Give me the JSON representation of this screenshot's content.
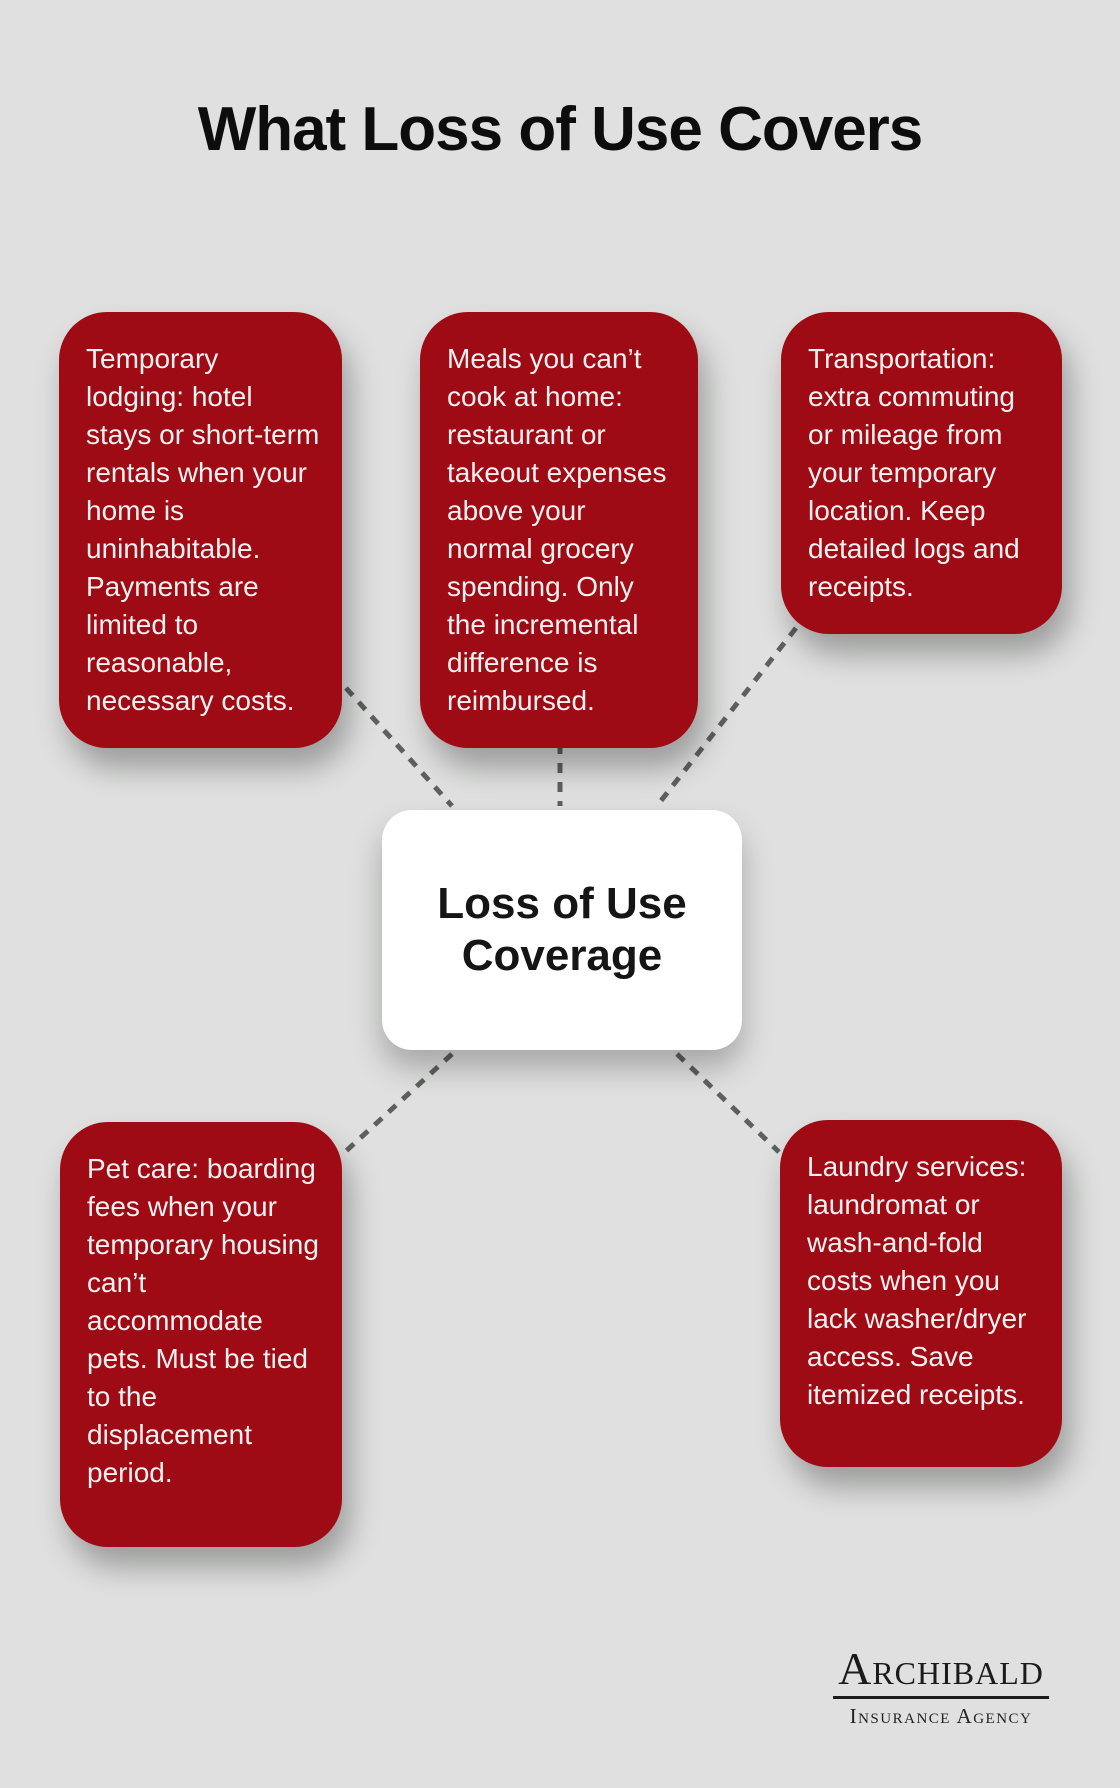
{
  "title": "What Loss of Use Covers",
  "center": {
    "label": "Loss of Use Coverage"
  },
  "nodes": [
    {
      "id": "temporary-lodging",
      "text": "Temporary lodging: hotel stays or short-term rentals when your home is uninhabitable. Payments are limited to reasonable, necessary costs."
    },
    {
      "id": "meals",
      "text": "Meals you can’t cook at home: restaurant or takeout expenses above your normal grocery spending. Only the incremental difference is reimbursed."
    },
    {
      "id": "transportation",
      "text": "Transportation: extra commuting or mileage from your temporary location. Keep detailed logs and receipts."
    },
    {
      "id": "pet-care",
      "text": "Pet care: boarding fees when your temporary housing can’t accommodate pets. Must be tied to the displacement period."
    },
    {
      "id": "laundry",
      "text": "Laundry services: laundromat or wash-and-fold costs when you lack washer/dryer access. Save itemized receipts."
    }
  ],
  "logo": {
    "name": "Archibald",
    "subtitle": "Insurance Agency"
  },
  "colors": {
    "background": "#DFE0DF",
    "node_background": "#9E0B15",
    "node_text": "#F7F2F1",
    "center_background": "#FFFFFF",
    "center_text": "#151515",
    "connector": "#5E605E",
    "title_text": "#0D0D0D",
    "logo_text": "#1B1B1B"
  }
}
